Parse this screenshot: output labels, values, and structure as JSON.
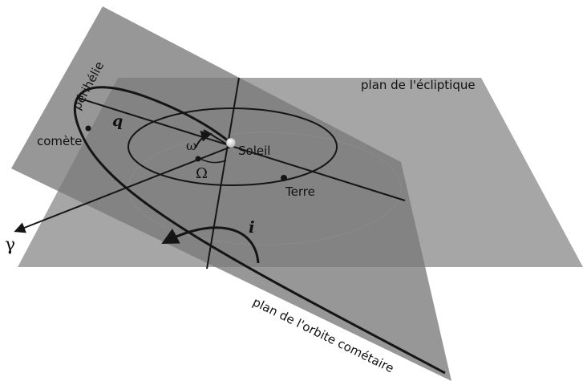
{
  "labels": {
    "ecliptic_plane": "plan de l'écliptique",
    "comet_orbit_plane": "plan de l'orbite cométaire",
    "perihelion": "périhélie",
    "comet": "comète",
    "sun": "Soleil",
    "earth": "Terre",
    "perihelion_distance": "q",
    "argument_of_perihelion": "ω",
    "ascending_node_longitude": "Ω",
    "inclination": "i",
    "vernal_point": "γ"
  },
  "colors": {
    "ecliptic_plane": "#9c9c9c",
    "comet_orbit_plane": "#7a7a7a",
    "overlap_region": "#5e5e5e",
    "curves": "#151515",
    "sun": "#f2f2f2"
  }
}
